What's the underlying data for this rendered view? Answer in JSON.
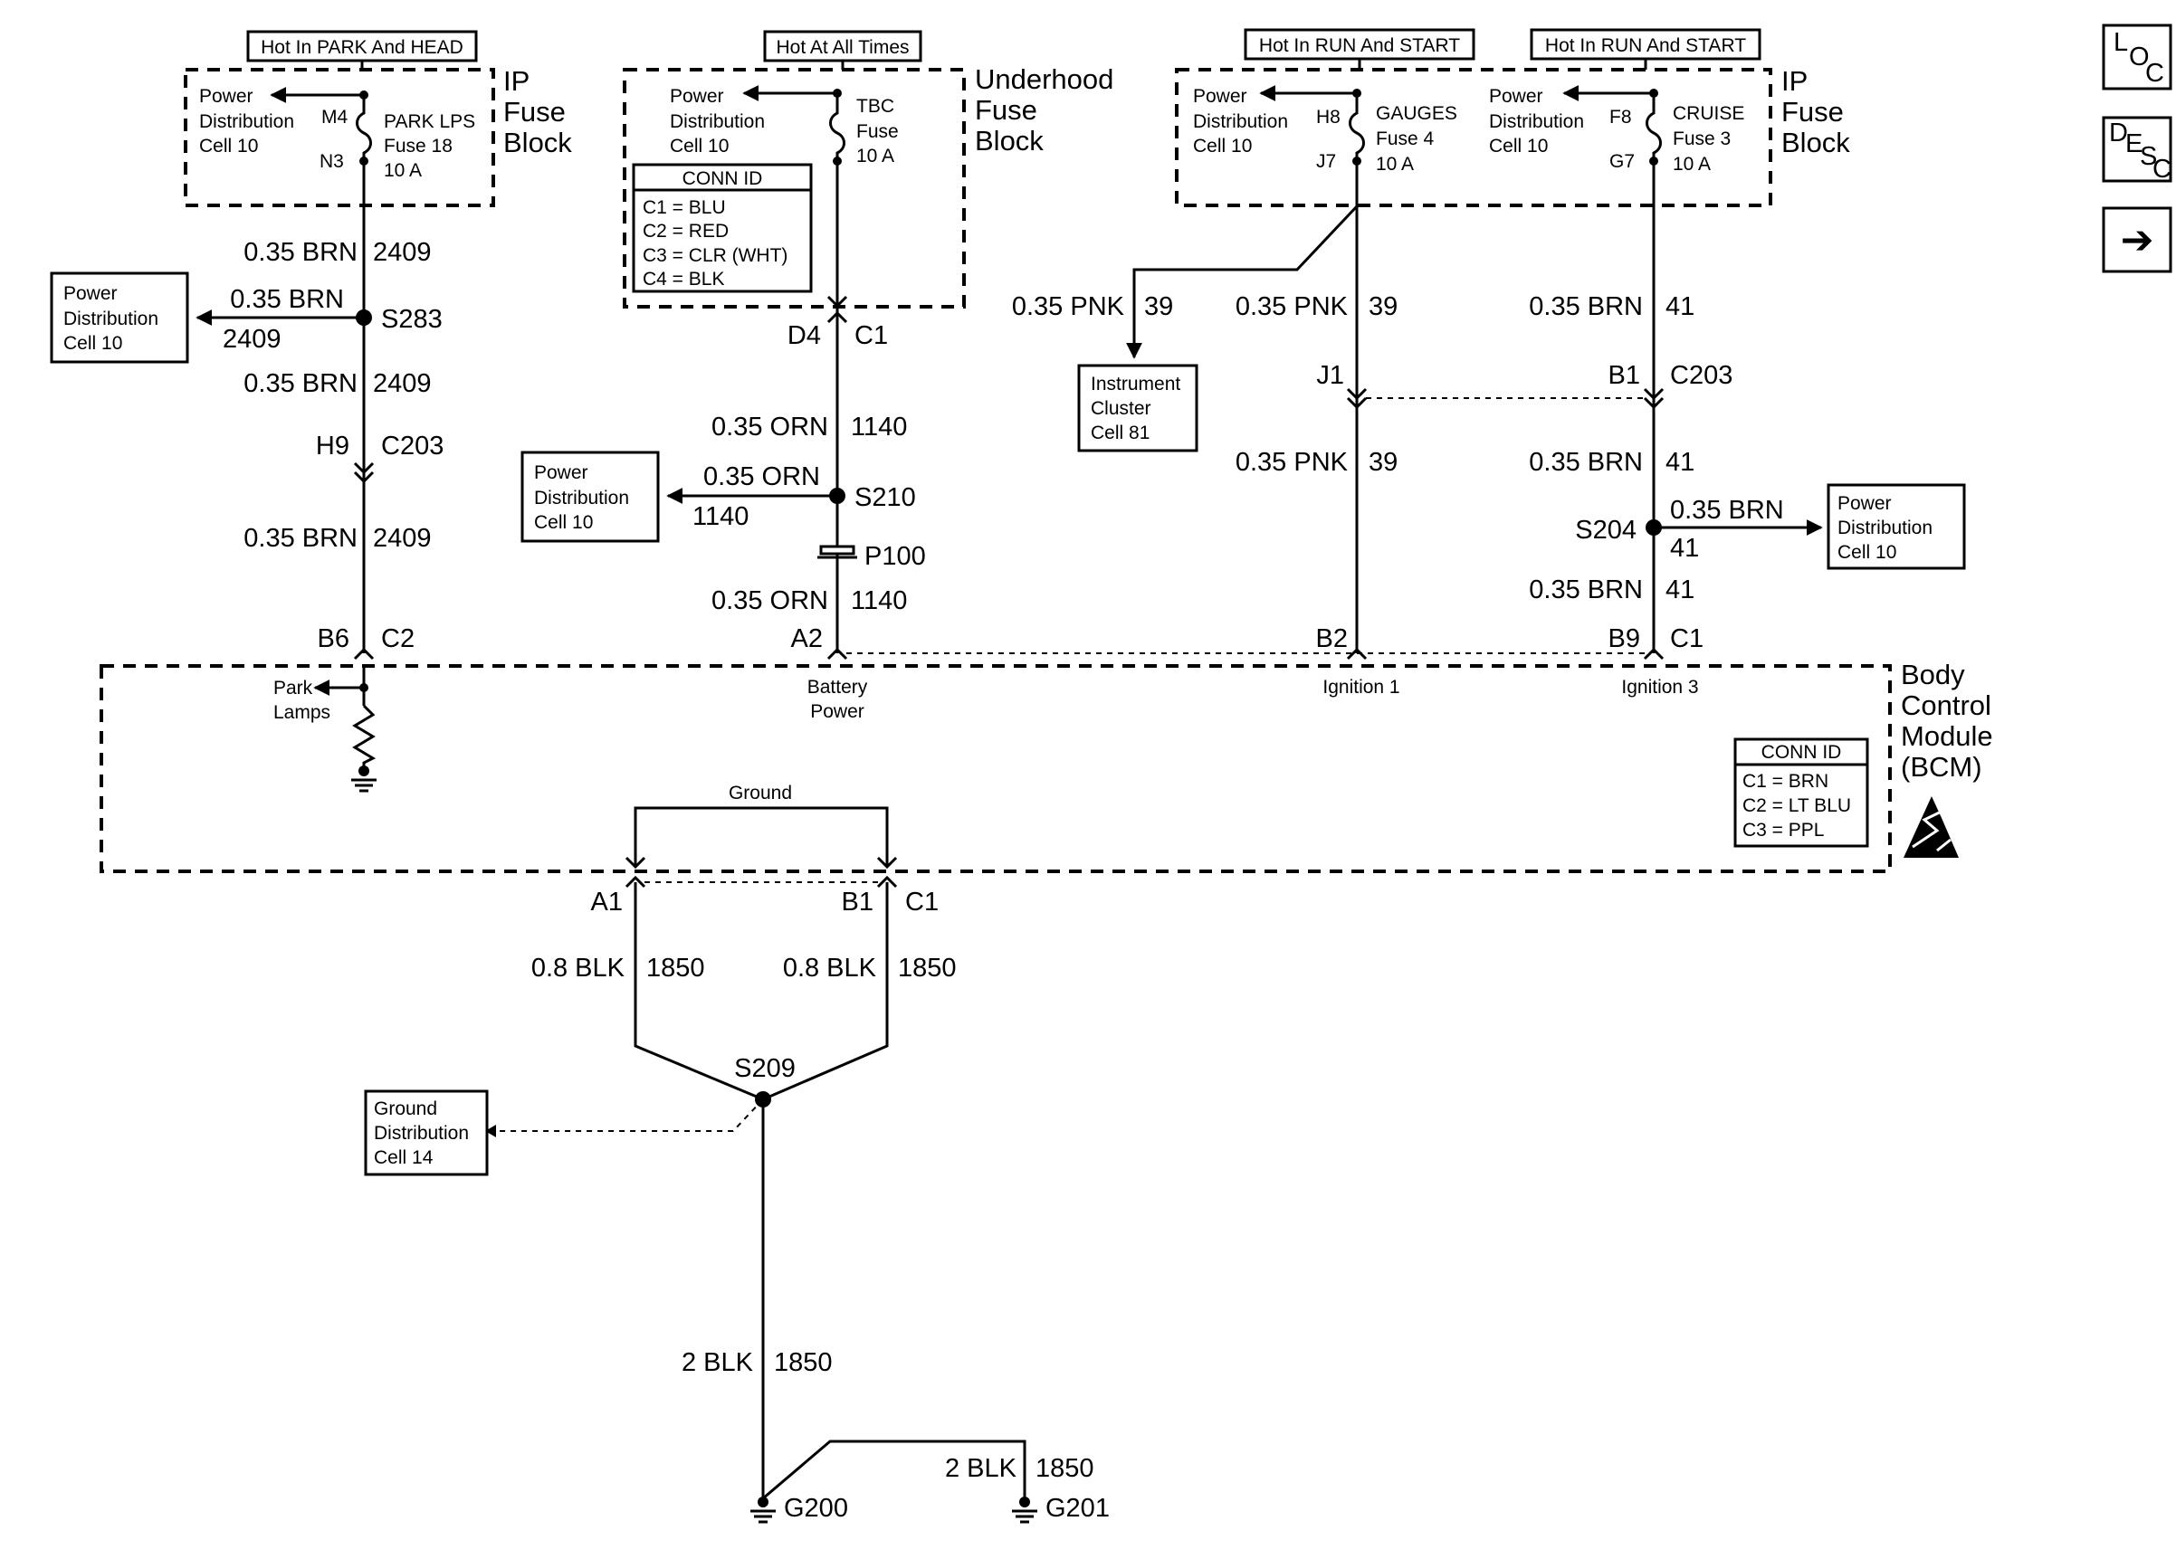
{
  "hot_labels": {
    "park_head": "Hot In PARK And HEAD",
    "all_times": "Hot At All Times",
    "run_start_1": "Hot In RUN And START",
    "run_start_2": "Hot In RUN And START"
  },
  "fuse_blocks": {
    "ip_left": {
      "line1": "IP",
      "line2": "Fuse",
      "line3": "Block"
    },
    "underhood": {
      "line1": "Underhood",
      "line2": "Fuse",
      "line3": "Block"
    },
    "ip_right": {
      "line1": "IP",
      "line2": "Fuse",
      "line3": "Block"
    }
  },
  "fuses": {
    "park": {
      "pd1": "Power",
      "pd2": "Distribution",
      "pd3": "Cell 10",
      "pin_in": "M4",
      "pin_out": "N3",
      "name": "PARK LPS",
      "fuse": "Fuse 18",
      "amps": "10 A"
    },
    "tbc": {
      "pd1": "Power",
      "pd2": "Distribution",
      "pd3": "Cell 10",
      "name": "TBC",
      "fuse": "Fuse",
      "amps": "10 A"
    },
    "gauges": {
      "pd1": "Power",
      "pd2": "Distribution",
      "pd3": "Cell 10",
      "pin_in": "H8",
      "pin_out": "J7",
      "name": "GAUGES",
      "fuse": "Fuse 4",
      "amps": "10 A"
    },
    "cruise": {
      "pd1": "Power",
      "pd2": "Distribution",
      "pd3": "Cell 10",
      "pin_in": "F8",
      "pin_out": "G7",
      "name": "CRUISE",
      "fuse": "Fuse 3",
      "amps": "10 A"
    }
  },
  "conn_id_fuse": {
    "title": "CONN ID",
    "rows": [
      "C1 = BLU",
      "C2 = RED",
      "C3 = CLR (WHT)",
      "C4 = BLK"
    ]
  },
  "conn_id_bcm": {
    "title": "CONN ID",
    "rows": [
      "C1 = BRN",
      "C2 = LT BLU",
      "C3 = PPL"
    ]
  },
  "ref_boxes": {
    "pd_s283": [
      "Power",
      "Distribution",
      "Cell 10"
    ],
    "pd_s210": [
      "Power",
      "Distribution",
      "Cell 10"
    ],
    "pd_s204": [
      "Power",
      "Distribution",
      "Cell 10"
    ],
    "instrument": [
      "Instrument",
      "Cluster",
      "Cell 81"
    ],
    "ground": [
      "Ground",
      "Distribution",
      "Cell 14"
    ]
  },
  "col1": {
    "w1_gauge": "0.35 BRN",
    "w1_circ": "2409",
    "splice": "S283",
    "branch_gauge": "0.35 BRN",
    "branch_circ": "2409",
    "w2_gauge": "0.35 BRN",
    "w2_circ": "2409",
    "conn_pin": "H9",
    "conn_name": "C203",
    "w3_gauge": "0.35 BRN",
    "w3_circ": "2409",
    "bcm_pin": "B6",
    "bcm_conn": "C2",
    "bcm_label1": "Park",
    "bcm_label2": "Lamps"
  },
  "col2": {
    "conn_pin": "D4",
    "conn_name": "C1",
    "w1_gauge": "0.35 ORN",
    "w1_circ": "1140",
    "splice": "S210",
    "branch_gauge": "0.35 ORN",
    "branch_circ": "1140",
    "pass": "P100",
    "w2_gauge": "0.35 ORN",
    "w2_circ": "1140",
    "bcm_pin": "A2",
    "bcm_label1": "Battery",
    "bcm_label2": "Power"
  },
  "col3": {
    "branch_gauge": "0.35 PNK",
    "branch_circ": "39",
    "w1_gauge": "0.35 PNK",
    "w1_circ": "39",
    "conn_pin": "J1",
    "w2_gauge": "0.35 PNK",
    "w2_circ": "39",
    "bcm_pin": "B2",
    "bcm_label": "Ignition 1"
  },
  "col4": {
    "w1_gauge": "0.35 BRN",
    "w1_circ": "41",
    "conn_pin": "B1",
    "conn_name": "C203",
    "w2_gauge": "0.35 BRN",
    "w2_circ": "41",
    "splice": "S204",
    "branch_gauge": "0.35 BRN",
    "branch_circ": "41",
    "w3_gauge": "0.35 BRN",
    "w3_circ": "41",
    "bcm_pin": "B9",
    "bcm_conn": "C1",
    "bcm_label": "Ignition 3"
  },
  "bcm": {
    "line1": "Body",
    "line2": "Control",
    "line3": "Module",
    "line4": "(BCM)",
    "ground_label": "Ground"
  },
  "ground": {
    "pin_a1": "A1",
    "pin_b1": "B1",
    "conn": "C1",
    "w1_gauge": "0.8 BLK",
    "w1_circ": "1850",
    "w2_gauge": "0.8 BLK",
    "w2_circ": "1850",
    "splice": "S209",
    "w3_gauge": "2 BLK",
    "w3_circ": "1850",
    "w4_gauge": "2 BLK",
    "w4_circ": "1850",
    "g1": "G200",
    "g2": "G201"
  },
  "nav": {
    "loc": [
      "L",
      "O",
      "C"
    ],
    "desc": [
      "D",
      "E",
      "S",
      "C"
    ],
    "next": "➔"
  }
}
